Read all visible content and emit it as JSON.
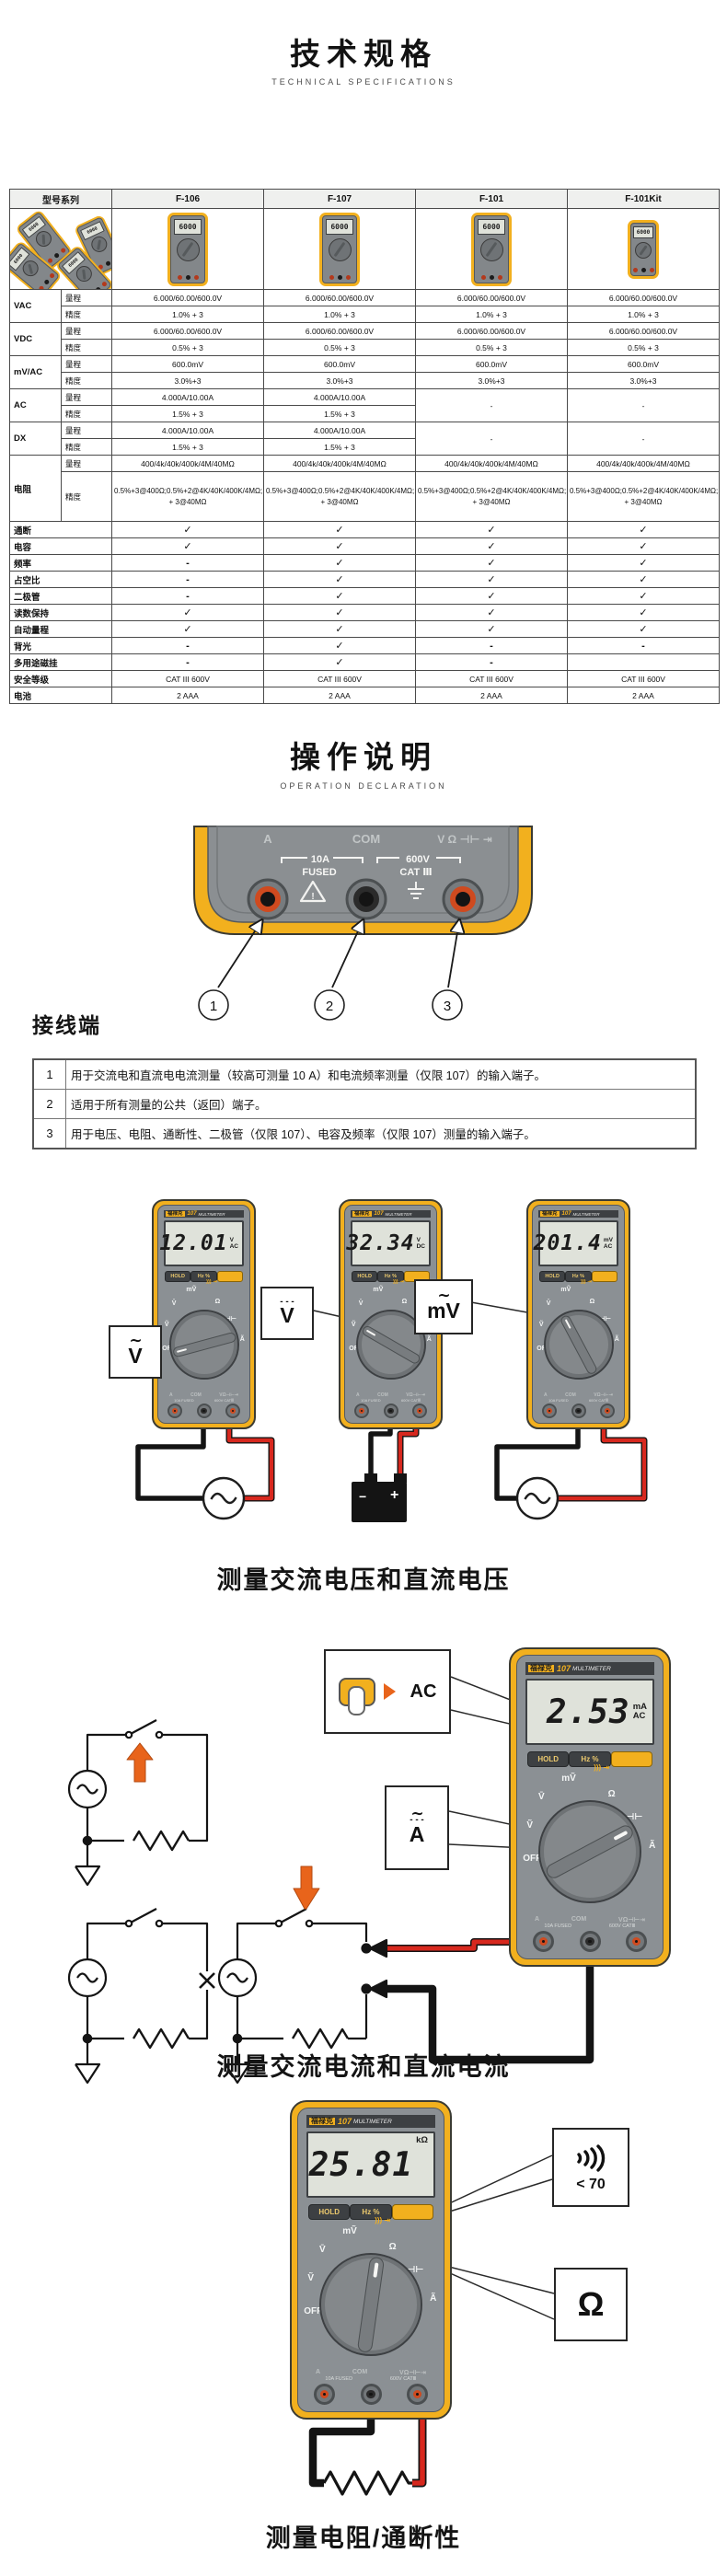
{
  "page": {
    "title": "技术规格",
    "subtitle": "TECHNICAL SPECIFICATIONS"
  },
  "spec_table": {
    "header": {
      "model_series": "型号系列",
      "models": [
        "F-106",
        "F-107",
        "F-101",
        "F-101Kit"
      ]
    },
    "labels": {
      "range": "量程",
      "accuracy": "精度"
    },
    "thumb_reading": "6000",
    "groups": [
      {
        "label": "VAC",
        "range": [
          "6.000/60.00/600.0V",
          "6.000/60.00/600.0V",
          "6.000/60.00/600.0V",
          "6.000/60.00/600.0V"
        ],
        "accuracy": [
          "1.0% + 3",
          "1.0% + 3",
          "1.0% + 3",
          "1.0% + 3"
        ]
      },
      {
        "label": "VDC",
        "range": [
          "6.000/60.00/600.0V",
          "6.000/60.00/600.0V",
          "6.000/60.00/600.0V",
          "6.000/60.00/600.0V"
        ],
        "accuracy": [
          "0.5% + 3",
          "0.5% + 3",
          "0.5% + 3",
          "0.5% + 3"
        ]
      },
      {
        "label": "mV/AC",
        "range": [
          "600.0mV",
          "600.0mV",
          "600.0mV",
          "600.0mV"
        ],
        "accuracy": [
          "3.0%+3",
          "3.0%+3",
          "3.0%+3",
          "3.0%+3"
        ]
      },
      {
        "label": "AC",
        "range": [
          "4.000A/10.00A",
          "4.000A/10.00A"
        ],
        "accuracy": [
          "1.5% + 3",
          "1.5% + 3"
        ],
        "na": "-"
      },
      {
        "label": "DX",
        "range": [
          "4.000A/10.00A",
          "4.000A/10.00A"
        ],
        "accuracy": [
          "1.5% + 3",
          "1.5% + 3"
        ],
        "na": "-"
      },
      {
        "label": "电阻",
        "range": [
          "400/4k/40k/400k/4M/40MΩ",
          "400/4k/40k/400k/4M/40MΩ",
          "400/4k/40k/400k/4M/40MΩ",
          "400/4k/40k/400k/4M/40MΩ"
        ],
        "accuracy": [
          "0.5%+3@400Ω;0.5%+2@4K/40K/400K/4MΩ;1.5% + 3@40MΩ",
          "0.5%+3@400Ω;0.5%+2@4K/40K/400K/4MΩ;1.5% + 3@40MΩ",
          "0.5%+3@400Ω;0.5%+2@4K/40K/400K/4MΩ;1.5% + 3@40MΩ",
          "0.5%+3@400Ω;0.5%+2@4K/40K/400K/4MΩ;1.5% + 3@40MΩ"
        ]
      }
    ],
    "features": [
      {
        "label": "通断",
        "values": [
          "✓",
          "✓",
          "✓",
          "✓"
        ]
      },
      {
        "label": "电容",
        "values": [
          "✓",
          "✓",
          "✓",
          "✓"
        ]
      },
      {
        "label": "频率",
        "values": [
          "-",
          "✓",
          "✓",
          "✓"
        ]
      },
      {
        "label": "占空比",
        "values": [
          "-",
          "✓",
          "✓",
          "✓"
        ]
      },
      {
        "label": "二极管",
        "values": [
          "-",
          "✓",
          "✓",
          "✓"
        ]
      },
      {
        "label": "读数保持",
        "values": [
          "✓",
          "✓",
          "✓",
          "✓"
        ]
      },
      {
        "label": "自动量程",
        "values": [
          "✓",
          "✓",
          "✓",
          "✓"
        ]
      },
      {
        "label": "背光",
        "values": [
          "-",
          "✓",
          "-",
          "-"
        ]
      },
      {
        "label": "多用途磁挂",
        "values": [
          "-",
          "✓",
          "-",
          ""
        ]
      },
      {
        "label": "安全等级",
        "values": [
          "CAT III 600V",
          "CAT III 600V",
          "CAT III 600V",
          "CAT III 600V"
        ]
      },
      {
        "label": "电池",
        "values": [
          "2 AAA",
          "2 AAA",
          "2 AAA",
          "2 AAA"
        ]
      }
    ]
  },
  "operation": {
    "title": "操作说明",
    "subtitle": "OPERATION DECLARATION",
    "panel": {
      "jack_a": "A",
      "jack_com": "COM",
      "jack_v": "V Ω ⊣⊢ ⇥",
      "amp_rating": "10A",
      "fused": "FUSED",
      "volt_rating": "600V",
      "cat": "CAT Ⅲ"
    },
    "callouts": [
      "1",
      "2",
      "3"
    ]
  },
  "terminals": {
    "title": "接线端",
    "rows": [
      {
        "num": "1",
        "desc": "用于交流电和直流电电流测量（较高可测量 10 A）和电流频率测量（仅限 107）的输入端子。"
      },
      {
        "num": "2",
        "desc": "适用于所有测量的公共（返回）端子。"
      },
      {
        "num": "3",
        "desc": "用于电压、电阻、通断性、二极管（仅限 107）、电容及频率（仅限 107）测量的输入端子。"
      }
    ]
  },
  "meter": {
    "brand": "福禄克",
    "model": "107",
    "series_label": "MULTIMETER",
    "hold": "HOLD",
    "hz_btn": "Hz %",
    "dial": {
      "off": "OFF",
      "v_ac": "Ṽ",
      "v_dc": "V̄",
      "mv": "mṼ",
      "ohm": "Ω",
      "cap": "⊣⊢",
      "amp": "Ã",
      "icons": "))) ⇥"
    },
    "jacks": {
      "a": "A",
      "com": "COM",
      "v": "VΩ⊣⊢⇥",
      "fuse": "10A FUSED",
      "cat": "600V CATⅢ"
    }
  },
  "diagrams": {
    "voltage": {
      "caption": "测量交流电压和直流电压",
      "meters": [
        {
          "reading": "12.01",
          "unit": "V",
          "mode": "AC",
          "tag_marks": "∼",
          "tag_letter": "V"
        },
        {
          "reading": "32.34",
          "unit": "V",
          "mode": "DC",
          "tag_marks": "- - -",
          "tag_letter": "V"
        },
        {
          "reading": "201.4",
          "unit": "mV",
          "mode": "AC",
          "tag_marks": "∼",
          "tag_letter": "mV"
        }
      ],
      "battery": {
        "minus": "−",
        "plus": "+"
      }
    },
    "current": {
      "caption": "测量交流电流和直流电流",
      "button_label": "AC",
      "meter": {
        "reading": "2.53",
        "unit": "mA",
        "mode": "AC"
      },
      "tag": {
        "marks1": "∼",
        "marks2": "- - -",
        "letter": "A"
      }
    },
    "resistance": {
      "caption": "测量电阻/通断性",
      "threshold": "< 70",
      "omega": "Ω",
      "meter": {
        "reading": "25.81",
        "unit": "kΩ",
        "mode": ""
      }
    }
  }
}
